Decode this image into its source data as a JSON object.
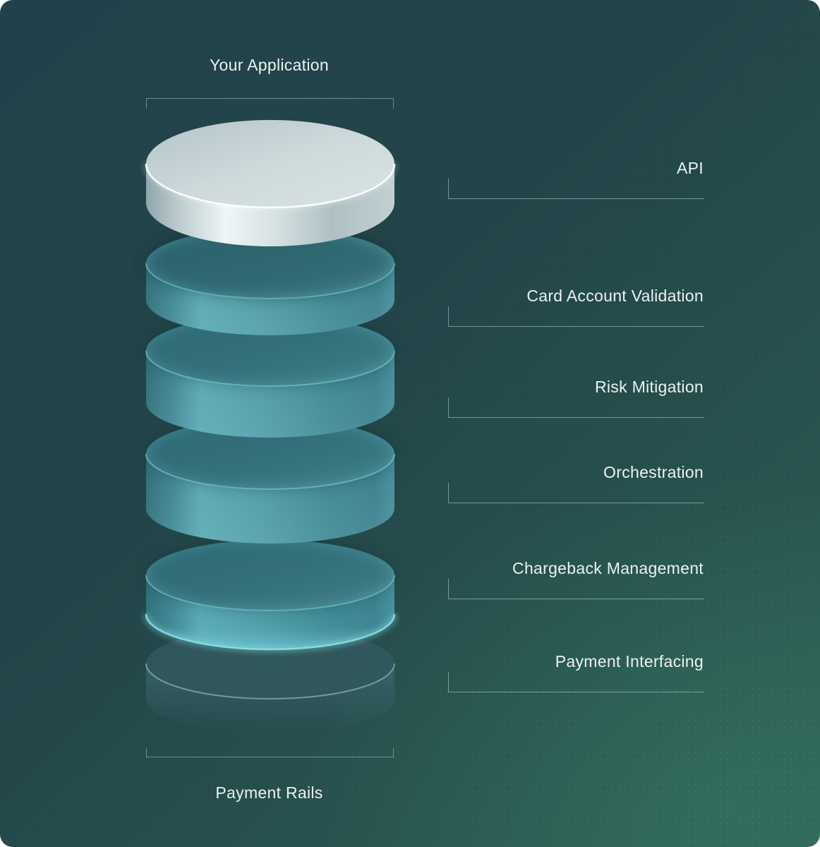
{
  "diagram": {
    "top_title": "Your Application",
    "bottom_title": "Payment Rails",
    "layers": [
      {
        "label": "API",
        "disc_style": "silver"
      },
      {
        "label": "Card Account Validation",
        "disc_style": "teal"
      },
      {
        "label": "Risk Mitigation",
        "disc_style": "teal"
      },
      {
        "label": "Orchestration",
        "disc_style": "teal"
      },
      {
        "label": "Chargeback Management",
        "disc_style": "teal"
      },
      {
        "label": "Payment Interfacing",
        "disc_style": "ghost"
      }
    ],
    "colors": {
      "background_top_left": "#234449",
      "background_bottom_right": "#2e6156",
      "disc_teal": "#4897a3",
      "disc_teal_rim": "#86d6dc",
      "disc_silver": "#cfdcdd",
      "disc_ghost": "#33565d",
      "text": "#ecf2f2",
      "callout_line": "#9bbcc0"
    }
  }
}
